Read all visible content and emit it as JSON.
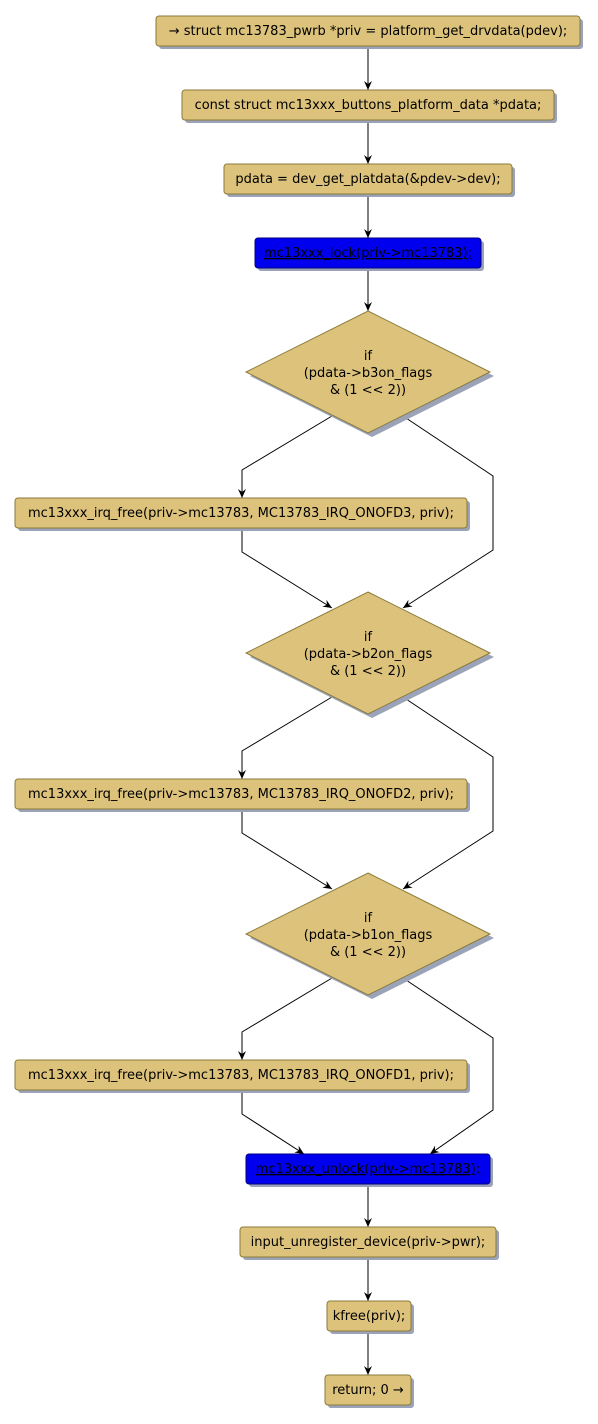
{
  "colors": {
    "node_fill": "#dcc27b",
    "node_stroke": "#8a7a3a",
    "highlight_fill": "#0000ee",
    "highlight_stroke": "#000080",
    "edge": "#000000",
    "shadow": "#9aa3b8"
  },
  "nodes": {
    "start": "→ struct mc13783_pwrb *priv = platform_get_drvdata(pdev);",
    "decl_pdata": "const struct mc13xxx_buttons_platform_data *pdata;",
    "assign_pdata": "pdata = dev_get_platdata(&pdev->dev);",
    "lock": "mc13xxx_lock(priv->mc13783);",
    "if_b3_line1": "if",
    "if_b3_line2": "(pdata->b3on_flags",
    "if_b3_line3": "& (1 << 2))",
    "free_onofd3": "mc13xxx_irq_free(priv->mc13783, MC13783_IRQ_ONOFD3, priv);",
    "if_b2_line1": "if",
    "if_b2_line2": "(pdata->b2on_flags",
    "if_b2_line3": "& (1 << 2))",
    "free_onofd2": "mc13xxx_irq_free(priv->mc13783, MC13783_IRQ_ONOFD2, priv);",
    "if_b1_line1": "if",
    "if_b1_line2": "(pdata->b1on_flags",
    "if_b1_line3": "& (1 << 2))",
    "free_onofd1": "mc13xxx_irq_free(priv->mc13783, MC13783_IRQ_ONOFD1, priv);",
    "unlock": "mc13xxx_unlock(priv->mc13783);",
    "unregister": "input_unregister_device(priv->pwr);",
    "kfree": "kfree(priv);",
    "return": "return; 0 →"
  }
}
